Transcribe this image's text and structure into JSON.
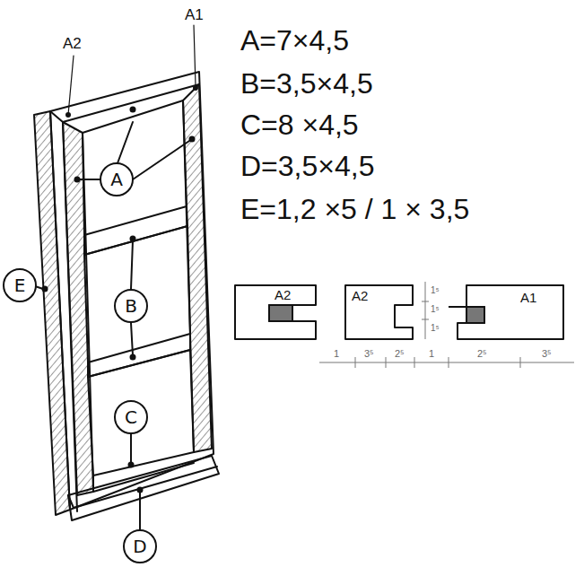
{
  "diagram": {
    "nodes": [
      {
        "text": [
          "A"
        ]
      },
      {
        "text": [
          "E"
        ]
      },
      {
        "text": [
          "B"
        ]
      },
      {
        "text": [
          "C"
        ]
      },
      {
        "text": [
          "D"
        ]
      }
    ],
    "labels": [
      "A2",
      "A1",
      "A=7×4,5",
      "B=3,5×4,5",
      "C=8 ×4,5",
      "D=3,5×4,5",
      "E=1,2 ×5 / 1 × 3,5",
      "A2",
      "A2",
      "A1",
      "1⁵",
      "1⁵",
      "1⁵",
      "1",
      "3⁵",
      "2⁵",
      "1",
      "2⁵",
      "3⁵"
    ]
  }
}
